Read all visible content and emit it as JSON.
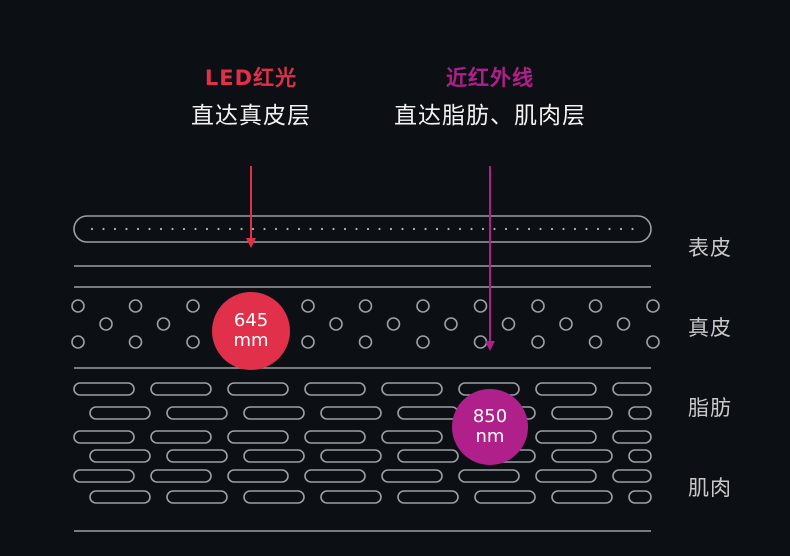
{
  "led": {
    "title": "LED红光",
    "subtitle": "直达真皮层",
    "wavelength_value": "645",
    "wavelength_unit": "mm",
    "color": "#e0304a"
  },
  "nir": {
    "title": "近红外线",
    "subtitle": "直达脂肪、肌肉层",
    "wavelength_value": "850",
    "wavelength_unit": "nm",
    "color": "#b0208a"
  },
  "layers": [
    {
      "label": "表皮"
    },
    {
      "label": "真皮"
    },
    {
      "label": "脂肪"
    },
    {
      "label": "肌肉"
    }
  ],
  "colors": {
    "background": "#0c0f14",
    "line": "#9aa0a6",
    "label": "#c9c9c9"
  }
}
